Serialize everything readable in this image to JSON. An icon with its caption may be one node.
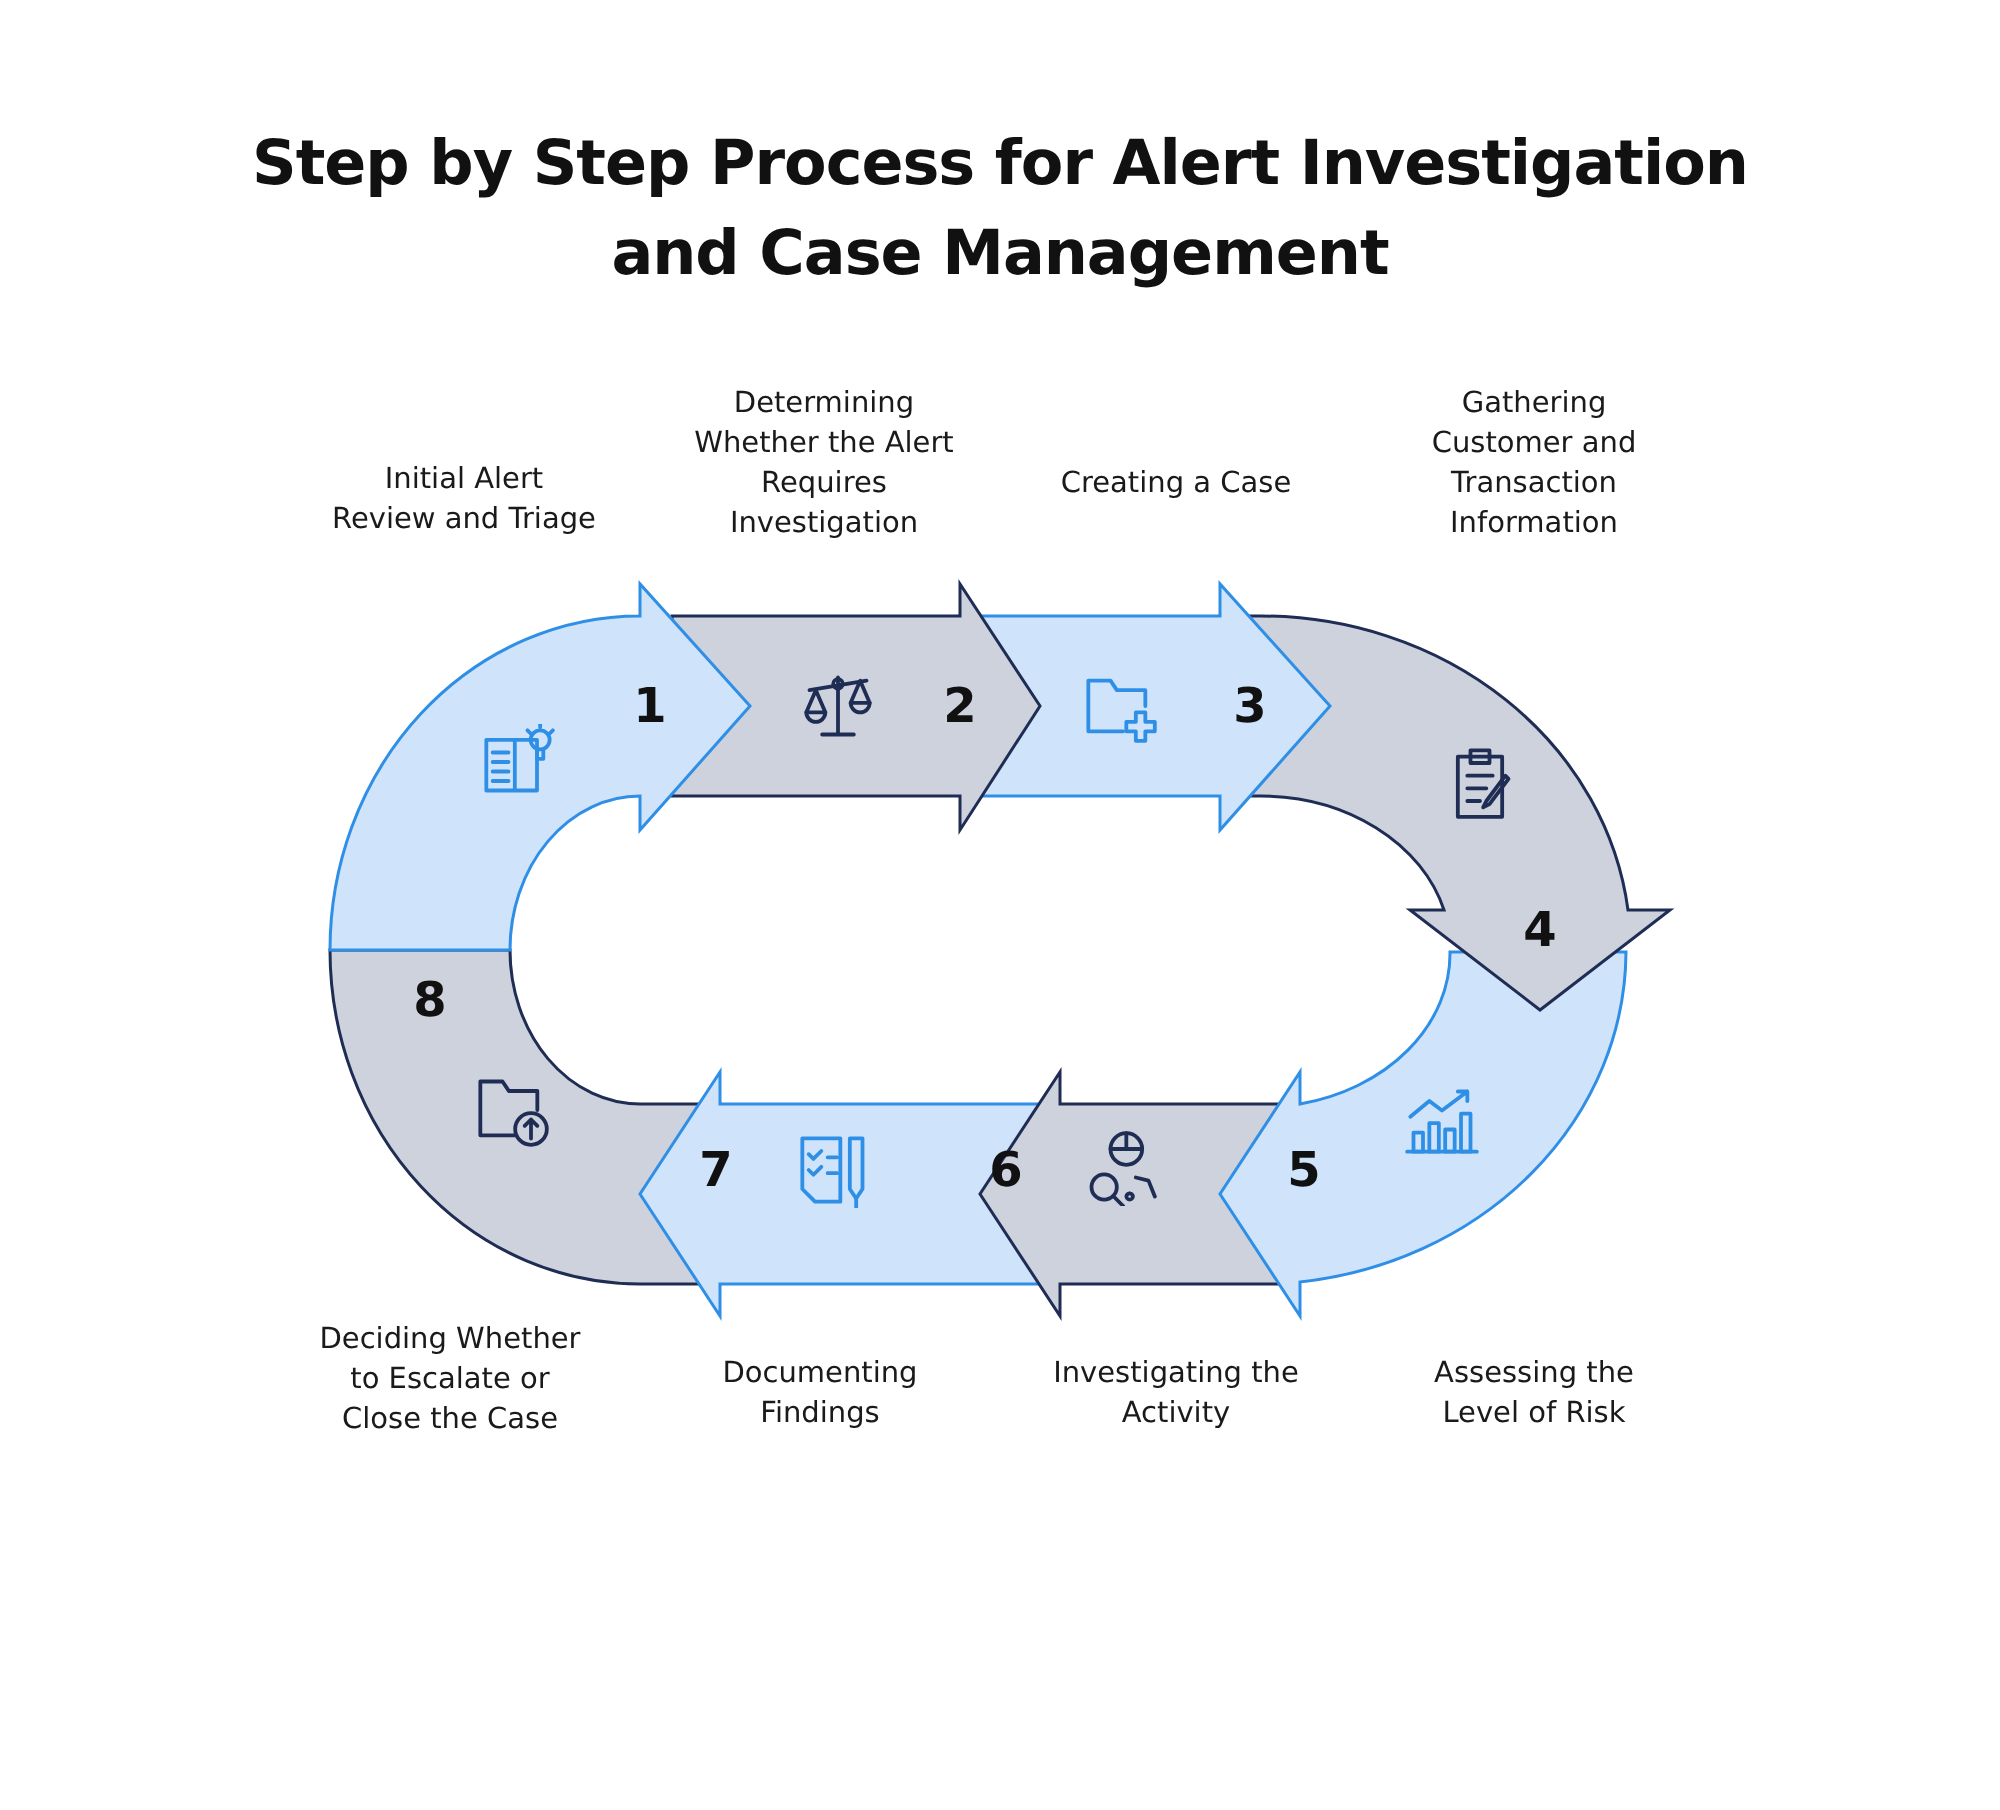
{
  "diagram": {
    "title": "Step by Step Process for Alert Investigation and Case Management",
    "nodes": [
      {
        "text": [
          "1"
        ],
        "beside": [
          "Initial Alert Review and Triage"
        ]
      },
      {
        "text": [
          "2"
        ],
        "beside": [
          "Determining Whether the Alert Requires Investigation"
        ]
      },
      {
        "text": [
          "3"
        ],
        "beside": [
          "Creating a Case"
        ]
      },
      {
        "text": [
          "4"
        ],
        "beside": [
          "Gathering Customer and Transaction Information"
        ]
      },
      {
        "text": [
          "5"
        ],
        "beside": [
          "Assessing the Level of Risk"
        ]
      },
      {
        "text": [
          "6"
        ],
        "beside": [
          "Investigating the Activity"
        ]
      },
      {
        "text": [
          "7"
        ],
        "beside": [
          "Documenting Findings"
        ]
      },
      {
        "text": [
          "8"
        ],
        "beside": [
          "Deciding Whether to Escalate or Close the Case"
        ]
      }
    ]
  }
}
